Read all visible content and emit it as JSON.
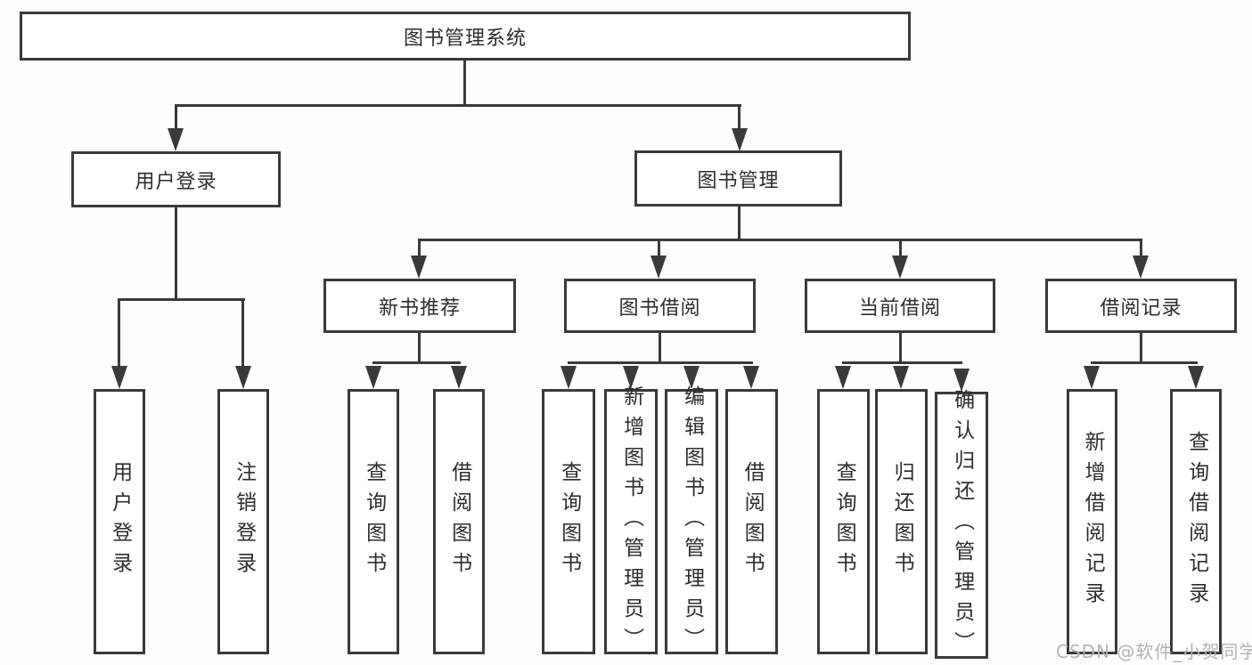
{
  "diagram": {
    "root": {
      "label": "图书管理系统"
    },
    "level2": [
      {
        "label": "用户登录"
      },
      {
        "label": "图书管理"
      }
    ],
    "level3": [
      {
        "label": "新书推荐"
      },
      {
        "label": "图书借阅"
      },
      {
        "label": "当前借阅"
      },
      {
        "label": "借阅记录"
      }
    ],
    "leaves": {
      "user": [
        "用户登录",
        "注销登录"
      ],
      "newbook": [
        "查询图书",
        "借阅图书"
      ],
      "borrow": [
        "查询图书",
        "新增图书（管理员）",
        "编辑图书（管理员）",
        "借阅图书"
      ],
      "current": [
        "查询图书",
        "归还图书",
        "确认归还（管理员）"
      ],
      "records": [
        "新增借阅记录",
        "查询借阅记录"
      ]
    }
  },
  "watermark": {
    "text": "CSDN @软件_小贺同学"
  },
  "colors": {
    "line": "#3a3a3a",
    "text": "#2d2d2d",
    "background": "#fdfdfd",
    "watermark": "#b3b3b3"
  }
}
